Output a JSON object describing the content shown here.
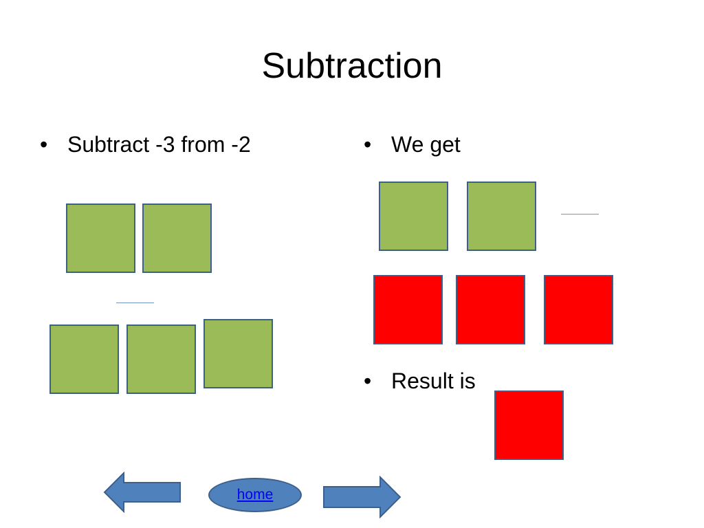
{
  "slide": {
    "title": "Subtraction",
    "left_bullet": "Subtract -3 from -2",
    "right_bullet": "We get",
    "result_bullet": "Result is",
    "bullet_char": "•"
  },
  "tiles": {
    "colors": {
      "green": "#9bbb59",
      "red": "#ff0000",
      "border": "#3e5f8a"
    },
    "left_top_row": [
      "green",
      "green"
    ],
    "left_bottom_row": [
      "green",
      "green",
      "green"
    ],
    "right_top_row": [
      "green",
      "green"
    ],
    "right_bottom_row": [
      "red",
      "red",
      "red"
    ],
    "result": [
      "red"
    ]
  },
  "nav": {
    "home_label": "home",
    "back_icon": "left-arrow-icon",
    "forward_icon": "right-arrow-icon",
    "accent": "#4f81bd"
  }
}
